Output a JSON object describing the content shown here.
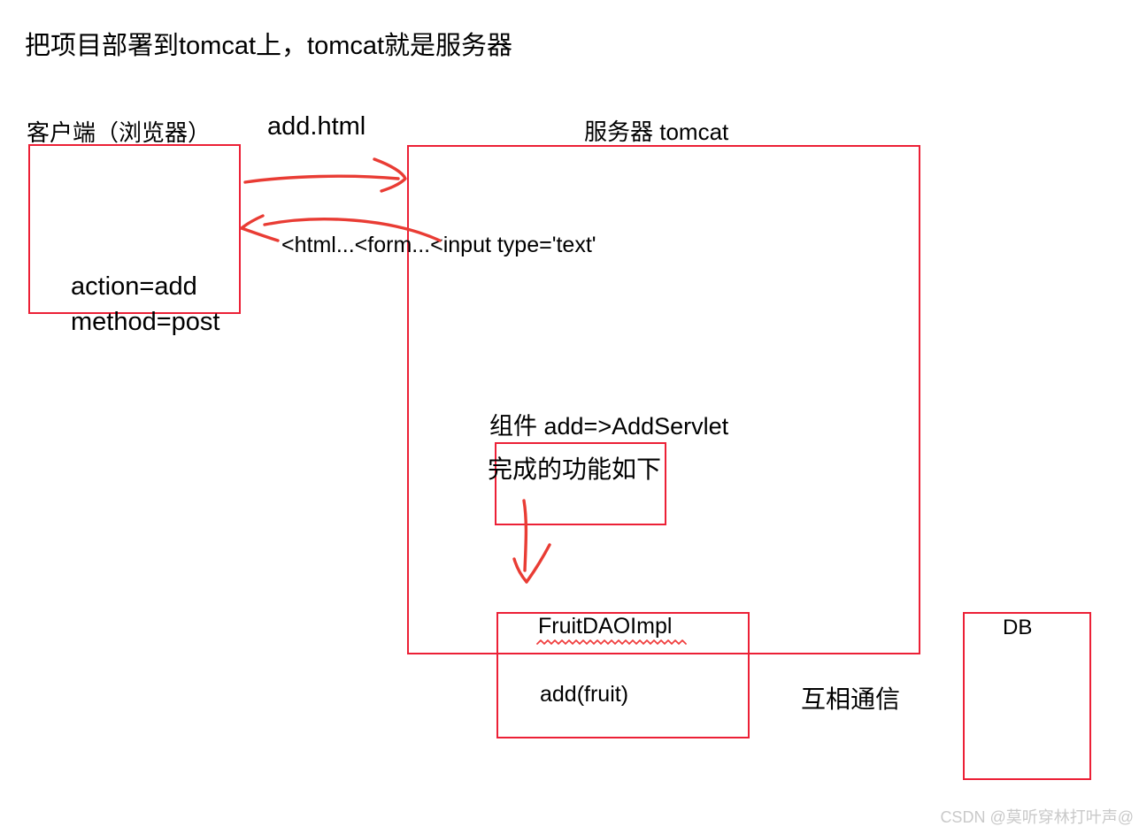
{
  "title": "把项目部署到tomcat上，tomcat就是服务器",
  "client": {
    "label": "客户端（浏览器）",
    "action": "action=add",
    "method": "method=post"
  },
  "request": {
    "label": "add.html"
  },
  "response": {
    "label": "<html...<form...<input type='text'"
  },
  "server": {
    "label": "服务器 tomcat",
    "component": "组件 add=>AddServlet",
    "function_note": "完成的功能如下"
  },
  "dao": {
    "class_name": "FruitDAOImpl",
    "method": "add(fruit)"
  },
  "db": {
    "label": "DB",
    "communication": "互相通信"
  },
  "watermark": "CSDN @莫听穿林打叶声@",
  "colors": {
    "box_border": "#ec2036",
    "arrow": "#e93c34",
    "wavy_underline": "#f03c3c",
    "text": "#000000",
    "watermark": "#c9c9c9",
    "background": "#ffffff"
  },
  "icons": {
    "request_arrow": "right-arrow",
    "response_arrow": "left-arrow",
    "flow_arrow": "down-arrow"
  }
}
